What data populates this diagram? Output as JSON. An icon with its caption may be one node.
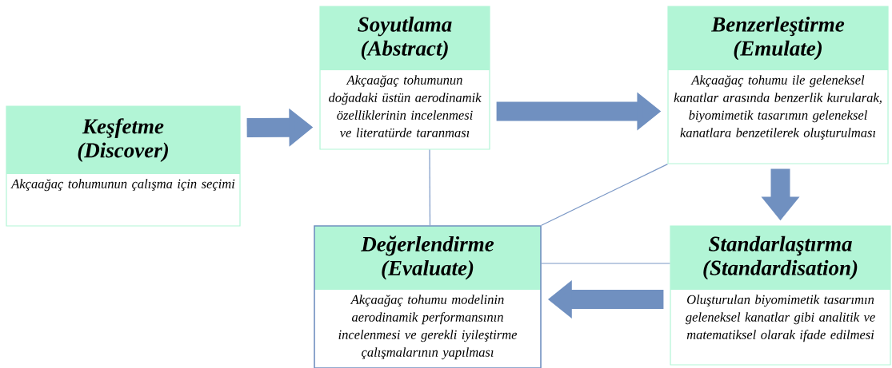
{
  "diagram": {
    "nodes": [
      {
        "text": [
          "Keşfetme (Discover)",
          "Akçaağaç tohumunun çalışma için seçimi"
        ]
      },
      {
        "text": [
          "Soyutlama (Abstract)",
          "Akçaağaç tohumunun doğadaki üstün aerodinamik özelliklerinin incelenmesi ve literatürde taranması"
        ]
      },
      {
        "text": [
          "Benzerleştirme (Emulate)",
          "Akçaağaç tohumu ile geleneksel kanatlar arasında benzerlik kurularak, biyomimetik tasarımın geleneksel kanatlara benzetilerek oluşturulması"
        ]
      },
      {
        "text": [
          "Değerlendirme (Evaluate)",
          "Akçaağaç tohumu modelinin aerodinamik performansının incelenmesi ve gerekli iyileştirme çalışmalarının yapılması"
        ]
      },
      {
        "text": [
          "Standarlaştırma (Standardisation)",
          "Oluşturulan biyomimetik tasarımın geleneksel kanatlar gibi analitik ve matematiksel olarak ifade edilmesi"
        ]
      }
    ],
    "edges": [
      {
        "from": 0,
        "to": 1,
        "arrow": "to"
      },
      {
        "from": 1,
        "to": 2,
        "arrow": "to"
      },
      {
        "from": 2,
        "to": 4,
        "arrow": "to"
      },
      {
        "from": 4,
        "to": 3,
        "arrow": "to"
      },
      {
        "from": 1,
        "to": 3,
        "arrow": "none"
      },
      {
        "from": 2,
        "to": 3,
        "arrow": "none"
      },
      {
        "from": 4,
        "to": 3,
        "arrow": "none"
      }
    ]
  }
}
